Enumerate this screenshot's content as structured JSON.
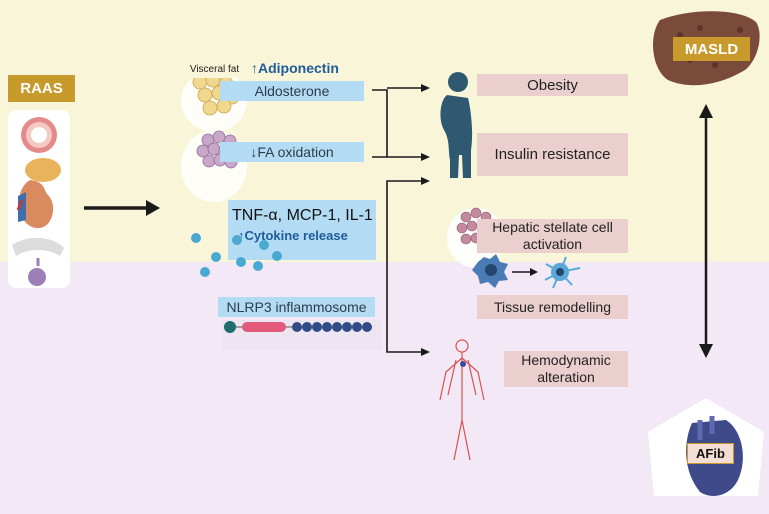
{
  "labels": {
    "raas": "RAAS",
    "masld": "MASLD",
    "afib": "AFib",
    "visceral_fat": "Visceral fat",
    "adiponectin": "↑Adiponectin",
    "aldosterone": "Aldosterone",
    "fa_oxidation": "↓FA oxidation",
    "cytokines": "TNF-α, MCP-1, IL-1",
    "cytokine_release": "↑Cytokine release",
    "nlrp3": "NLRP3 inflammosome",
    "obesity": "Obesity",
    "insulin_resistance": "Insulin resistance",
    "hsc_line1": "Hepatic stellate cell",
    "hsc_line2": "activation",
    "tissue_remodelling": "Tissue remodelling",
    "hemo_line1": "Hemodynamic",
    "hemo_line2": "alteration"
  },
  "colors": {
    "top_background": "#f8f5d9",
    "bottom_background": "#f2e8f6",
    "gold_tag": "#c89a2c",
    "blue_box": "#b3dcf4",
    "pink_box": "#ebcfcf",
    "adiponectin_text": "#1f5c99"
  },
  "icons": [
    "blood-vessel-icon",
    "adrenal-kidney-icon",
    "pituitary-icon",
    "adipose-tissue-icon",
    "cytokine-dots-icon",
    "inflammasome-protein-icon",
    "human-silhouette-icon",
    "stellate-cell-icon",
    "vascular-system-icon",
    "liver-icon",
    "heart-icon"
  ]
}
